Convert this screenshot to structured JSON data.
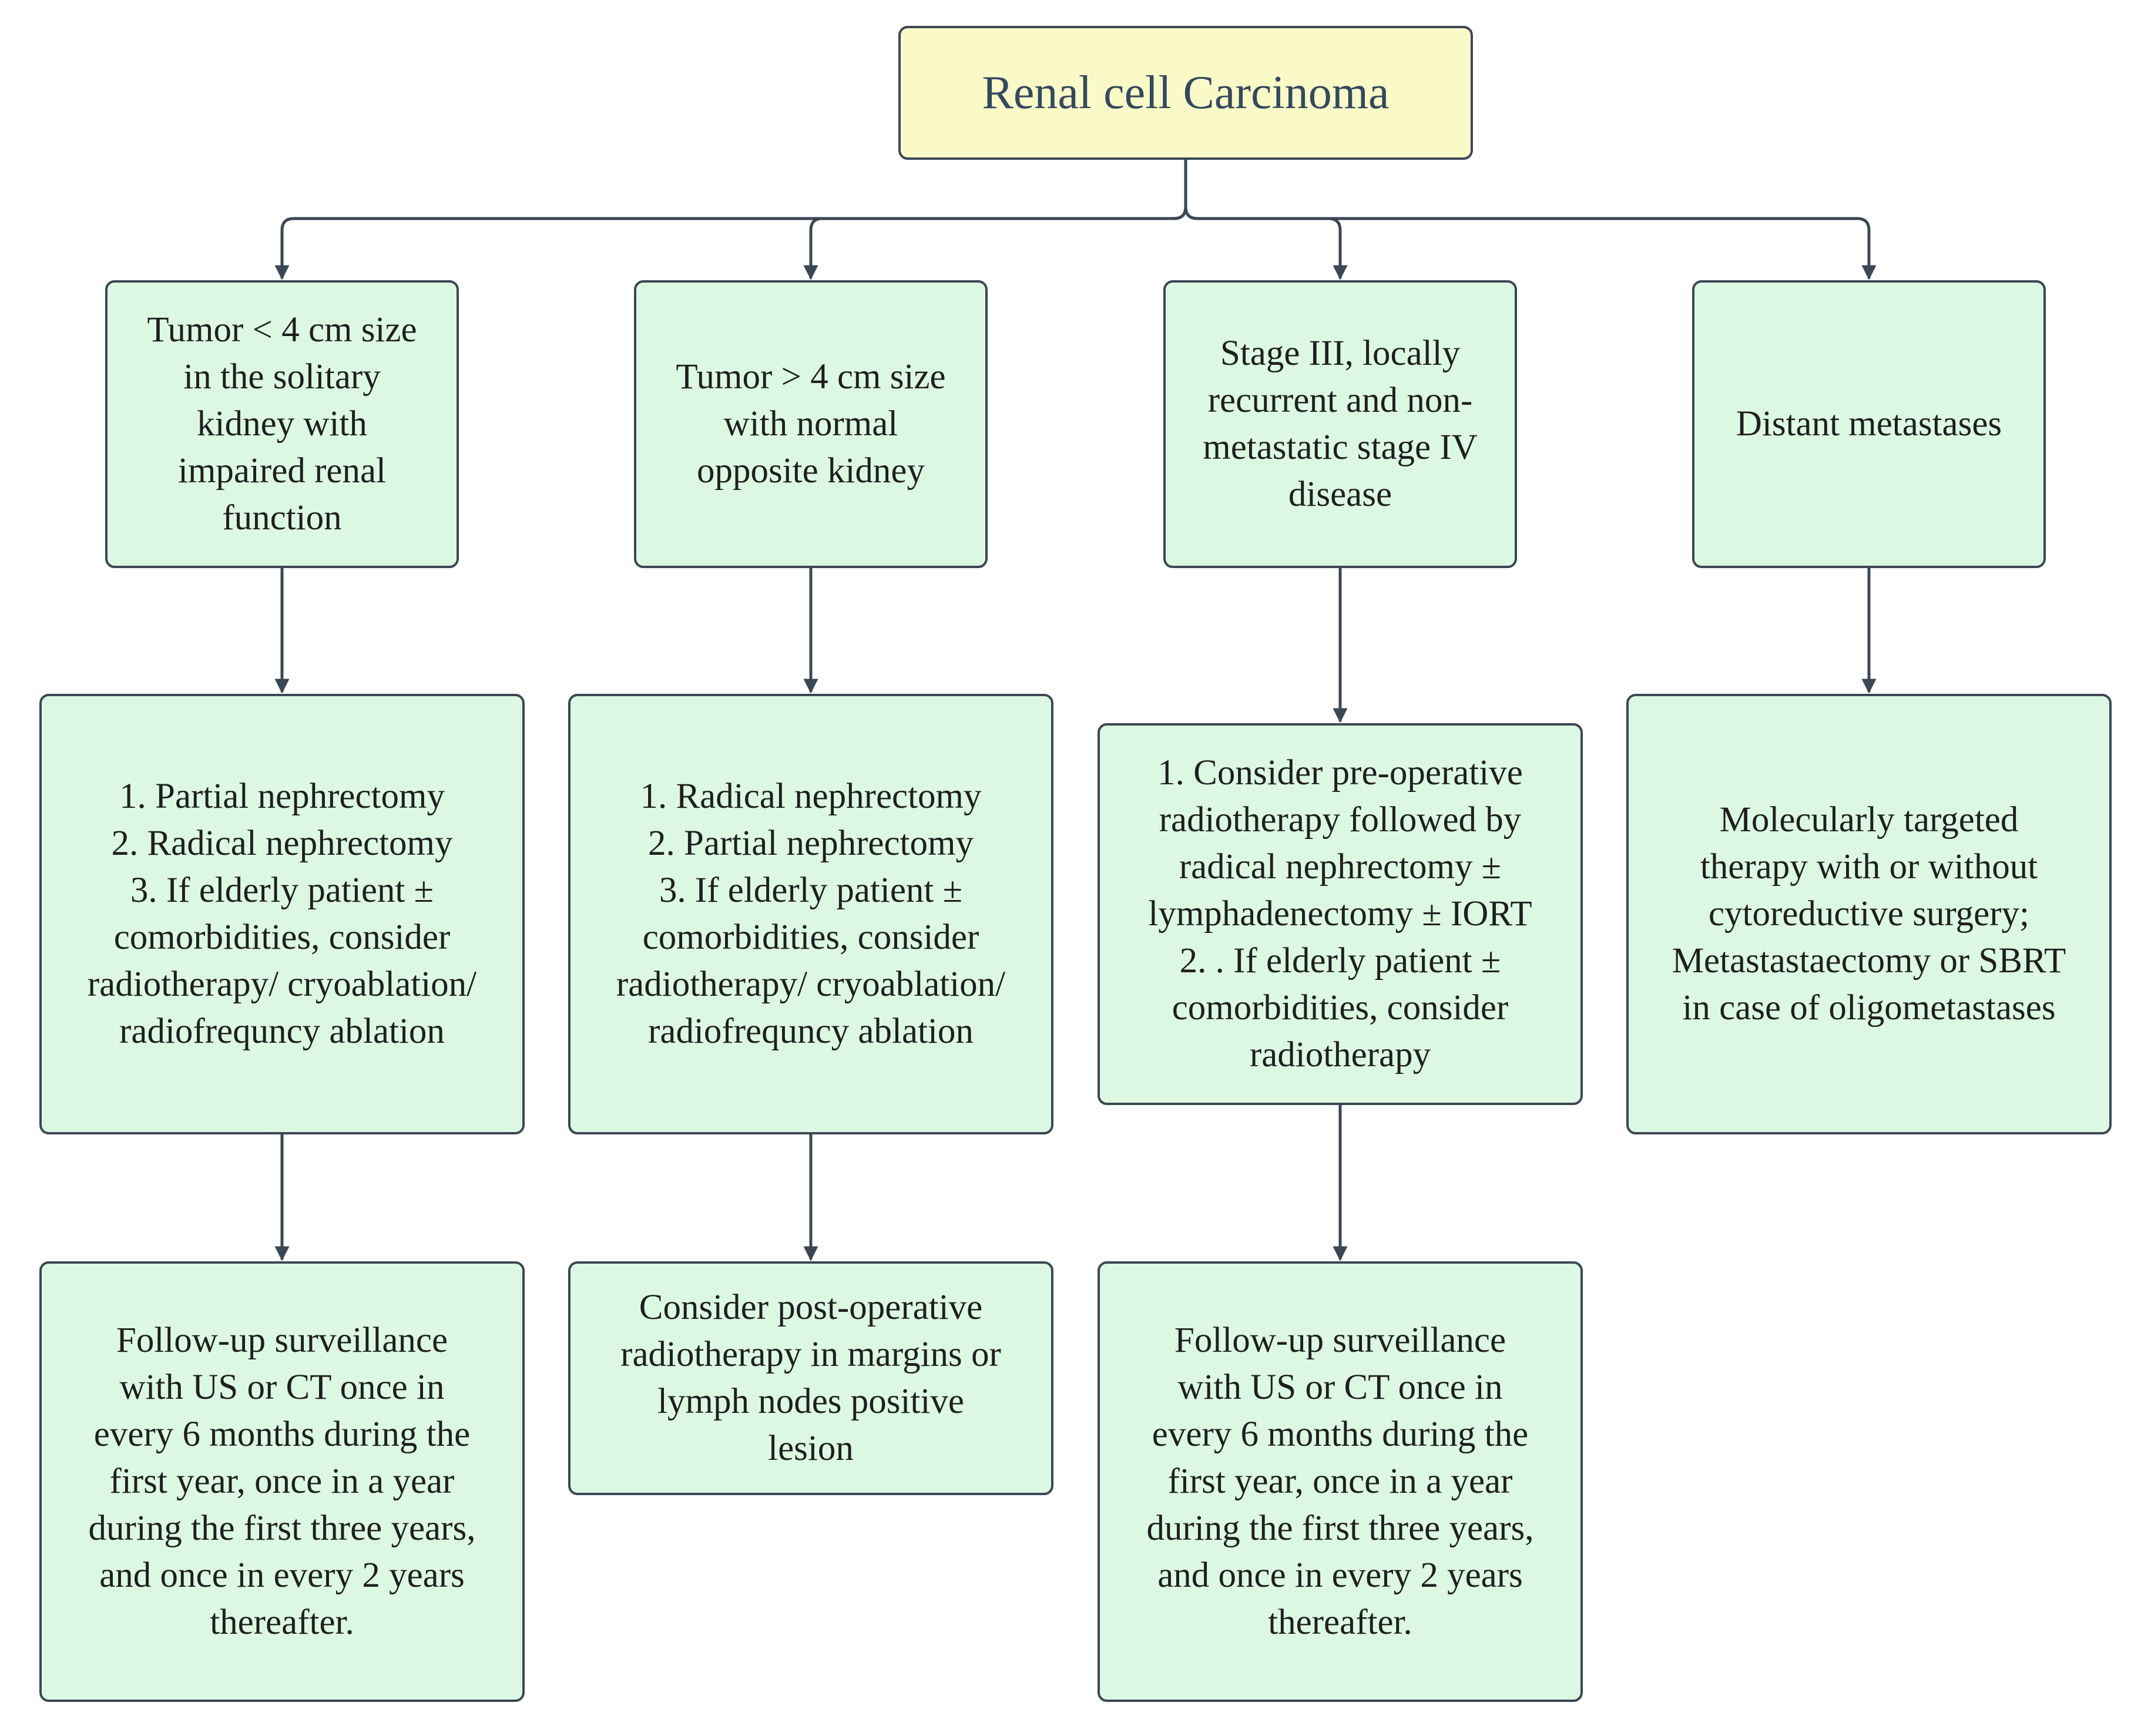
{
  "root": {
    "label": "Renal cell Carcinoma"
  },
  "categories": [
    {
      "label": "Tumor < 4 cm size in the solitary kidney with impaired renal function"
    },
    {
      "label": "Tumor > 4 cm size with normal opposite kidney"
    },
    {
      "label": "Stage III, locally recurrent and non-metastatic stage IV disease"
    },
    {
      "label": "Distant metastases"
    }
  ],
  "treatments": [
    {
      "label": "1. Partial nephrectomy\n2. Radical nephrectomy\n3. If elderly patient ±\ncomorbidities, consider\nradiotherapy/ cryoablation/\nradiofrequncy ablation"
    },
    {
      "label": "1. Radical nephrectomy\n2. Partial nephrectomy\n3. If elderly patient ±\ncomorbidities, consider\nradiotherapy/ cryoablation/\nradiofrequncy ablation"
    },
    {
      "label": "1. Consider pre-operative\nradiotherapy followed by\nradical nephrectomy ±\nlymphadenectomy ± IORT\n2. . If elderly patient ±\ncomorbidities, consider\nradiotherapy"
    },
    {
      "label": "Molecularly targeted\ntherapy with or without\ncytoreductive surgery;\nMetastastaectomy or SBRT\nin case of oligometastases"
    }
  ],
  "followups": [
    {
      "label": "Follow-up surveillance\nwith US or CT once in\nevery 6 months during the\nfirst year, once in a year\nduring the first three years,\nand once in every 2 years\nthereafter."
    },
    {
      "label": "Consider post-operative\nradiotherapy in margins or\nlymph nodes positive\nlesion"
    },
    {
      "label": "Follow-up surveillance\nwith US or CT once in\nevery 6 months during the\nfirst year, once in a year\nduring the first three years,\nand once in every 2 years\nthereafter."
    }
  ],
  "colors": {
    "root_fill": "#fafac8",
    "node_fill": "#dcf8e3",
    "border": "#3b4754",
    "connector": "#3b4754"
  }
}
